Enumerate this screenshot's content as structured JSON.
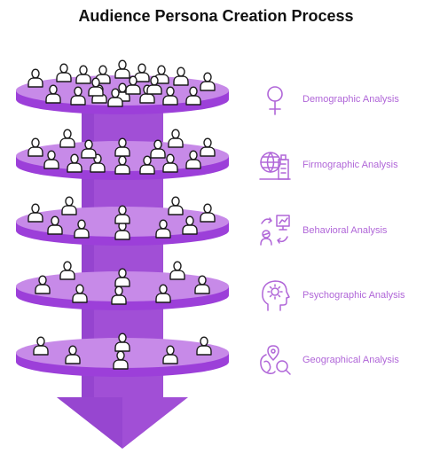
{
  "title": "Audience Persona Creation Process",
  "colors": {
    "accent": "#b066d8",
    "disc_top": "#c78ae8",
    "disc_side": "#9c3fd9",
    "shaft": "#a14fd6",
    "title": "#111111"
  },
  "stages": [
    {
      "label": "Demographic Analysis",
      "icon": "female-symbol-icon",
      "people": 20
    },
    {
      "label": "Firmographic Analysis",
      "icon": "globe-buildings-icon",
      "people": 14
    },
    {
      "label": "Behavioral Analysis",
      "icon": "behavior-chart-icon",
      "people": 10
    },
    {
      "label": "Psychographic Analysis",
      "icon": "head-gear-icon",
      "people": 8
    },
    {
      "label": "Geographical Analysis",
      "icon": "map-search-icon",
      "people": 6
    }
  ]
}
